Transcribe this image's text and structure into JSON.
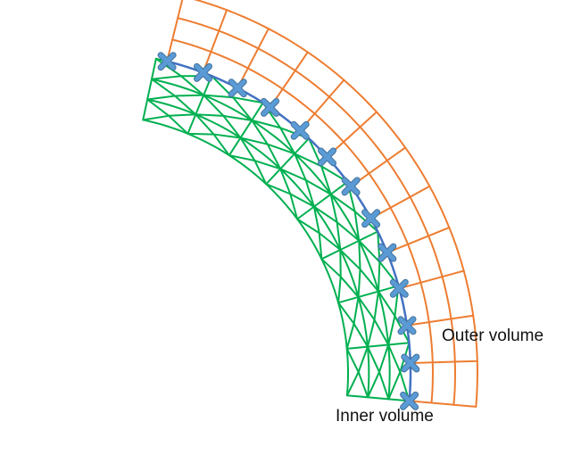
{
  "labels": {
    "outer": "Outer volume",
    "inner": "Inner volume"
  },
  "colors": {
    "outer_mesh": "#ED7D31",
    "inner_mesh": "#00B050",
    "interface_curve": "#4472C4",
    "markers": "#5B9BD5"
  },
  "mesh": {
    "outer": {
      "type": "structured quadrilateral grid",
      "radial_cells": 3,
      "angular_cells": 12
    },
    "inner": {
      "type": "unstructured triangular mesh"
    },
    "interface_marker_count": 13
  }
}
